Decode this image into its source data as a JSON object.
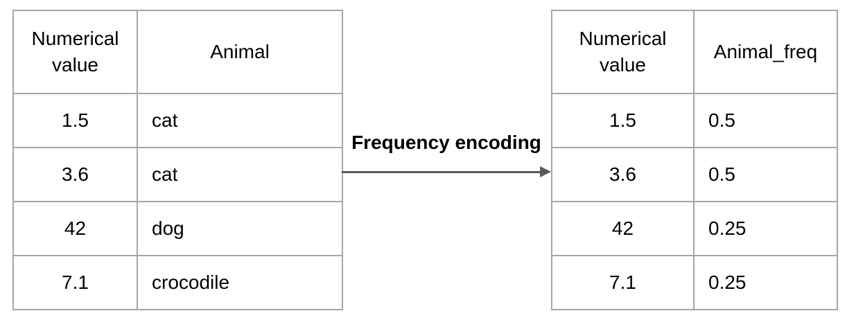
{
  "transform": {
    "label": "Frequency encoding"
  },
  "left_table": {
    "columns": [
      "Numerical value",
      "Animal"
    ],
    "rows": [
      [
        "1.5",
        "cat"
      ],
      [
        "3.6",
        "cat"
      ],
      [
        "42",
        "dog"
      ],
      [
        "7.1",
        "crocodile"
      ]
    ]
  },
  "right_table": {
    "columns": [
      "Numerical value",
      "Animal_freq"
    ],
    "rows": [
      [
        "1.5",
        "0.5"
      ],
      [
        "3.6",
        "0.5"
      ],
      [
        "42",
        "0.25"
      ],
      [
        "7.1",
        "0.25"
      ]
    ]
  },
  "colors": {
    "table_border": "#a6a6a6",
    "arrow": "#595959",
    "text": "#000000",
    "background": "#ffffff"
  }
}
